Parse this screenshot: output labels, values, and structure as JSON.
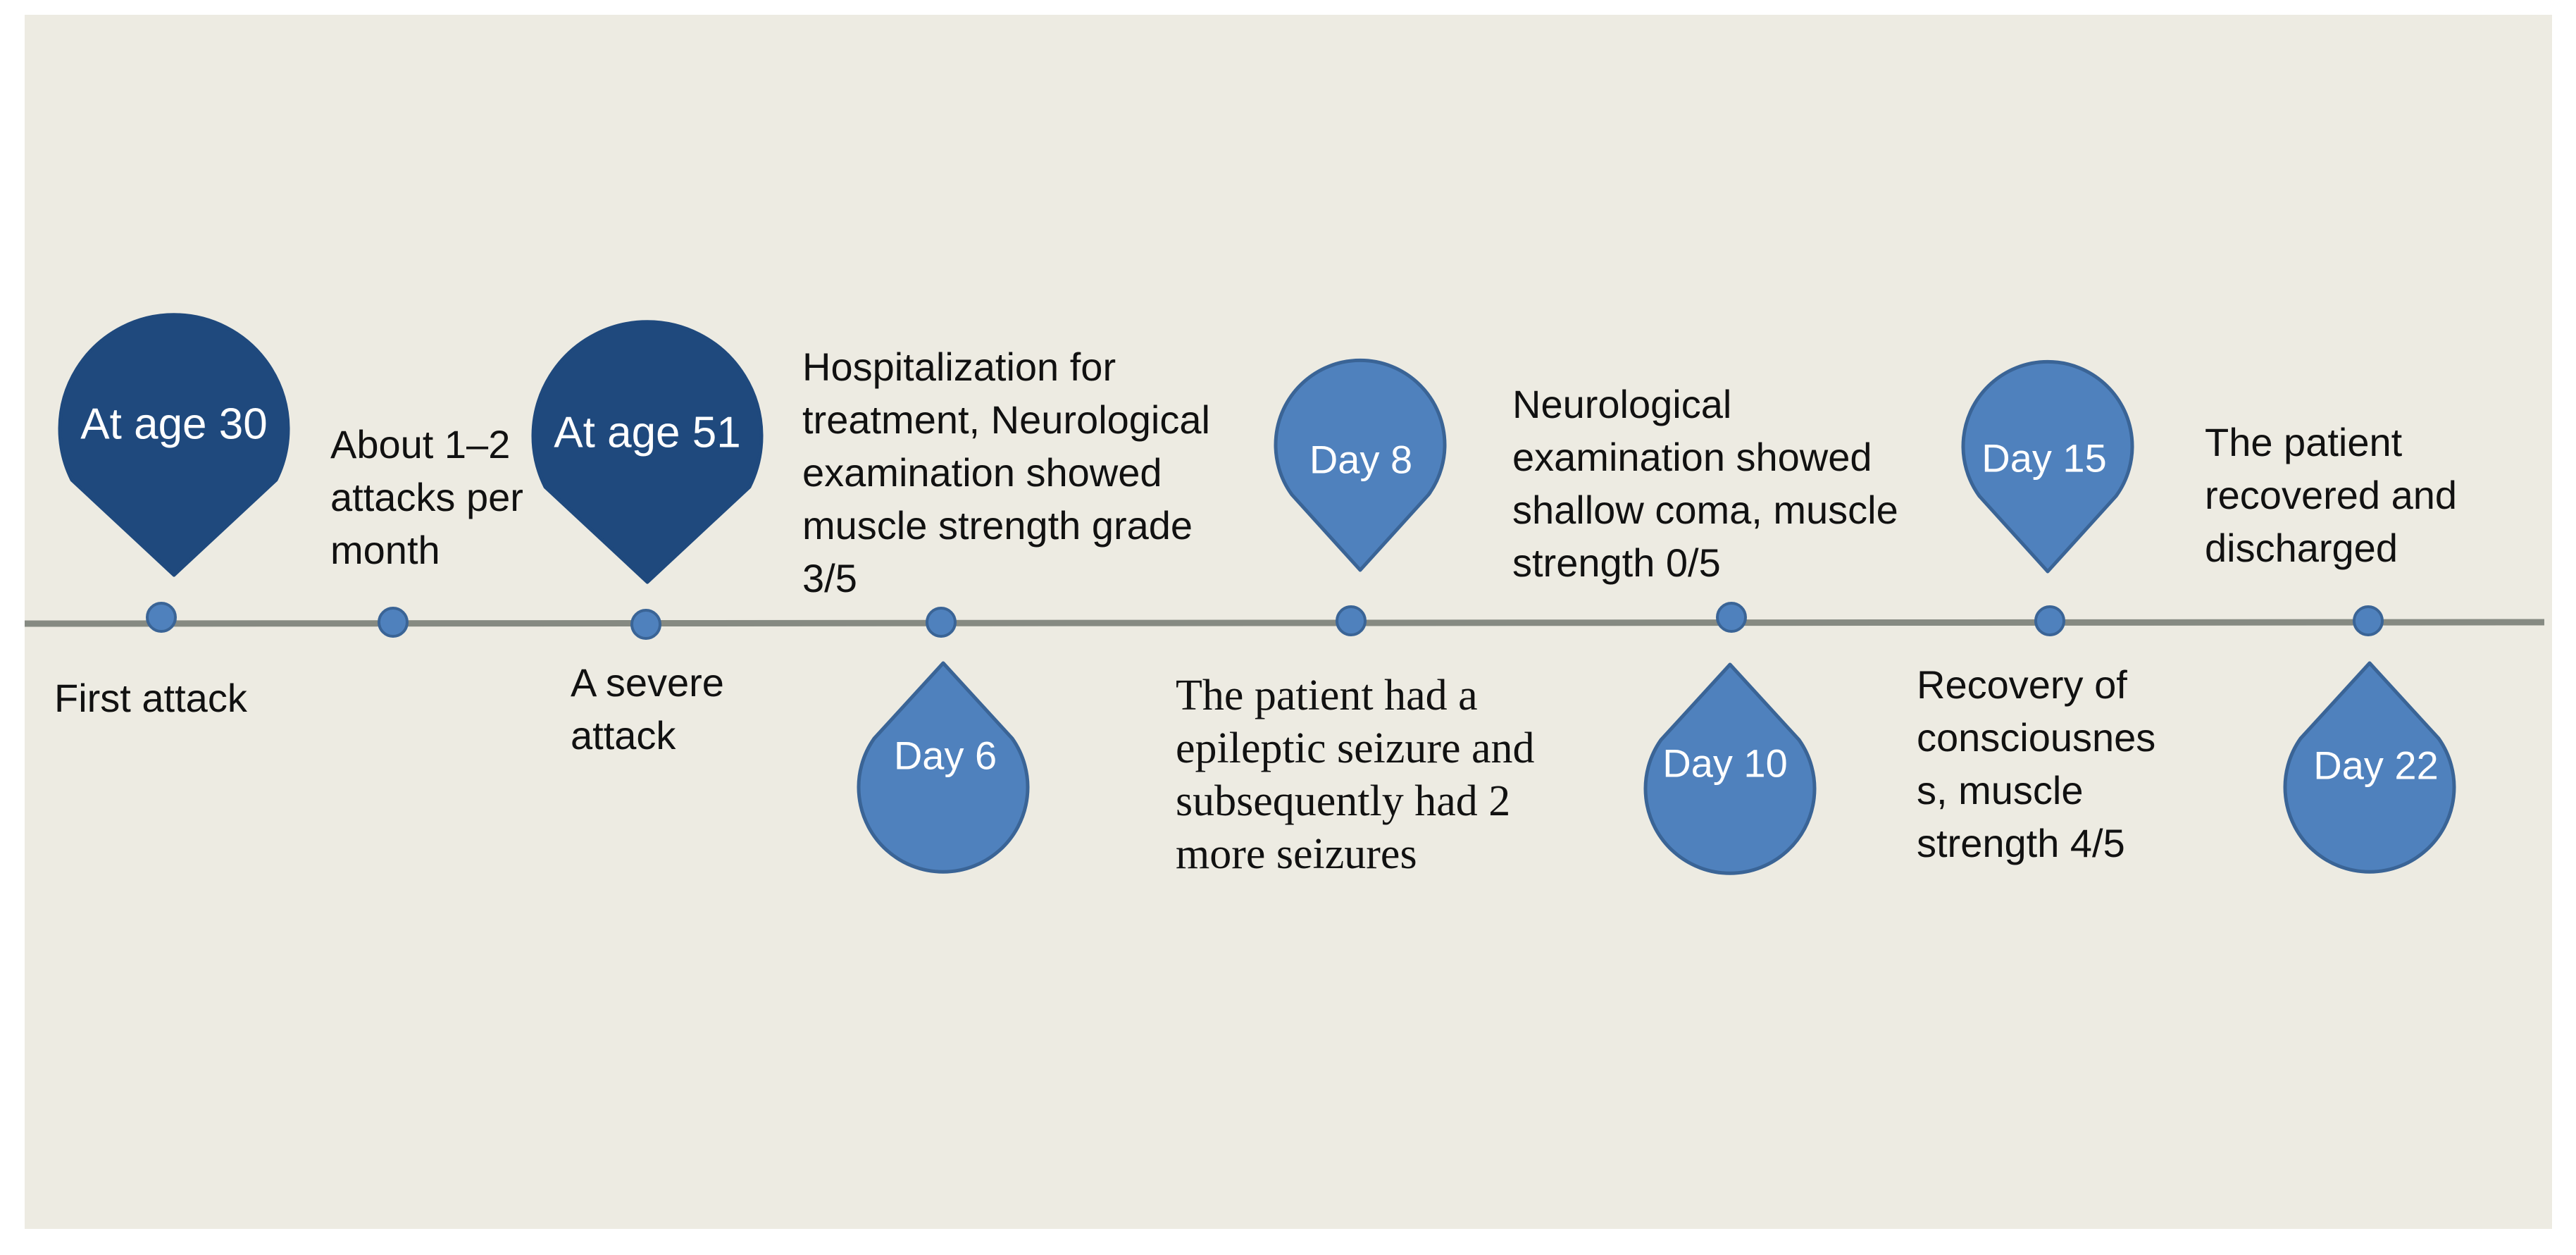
{
  "colors": {
    "background": "#edebe2",
    "timeline": "#868a82",
    "dot_fill": "#4f81bd",
    "dot_stroke": "#3a6496",
    "pin_dark": "#1f497d",
    "pin_light": "#4f81bd",
    "pin_light_stroke": "#3a6496"
  },
  "pins": [
    {
      "label": "At age 30",
      "style": "dark",
      "direction": "down"
    },
    {
      "label": "At age 51",
      "style": "dark",
      "direction": "down"
    },
    {
      "label": "Day 6",
      "style": "light",
      "direction": "up"
    },
    {
      "label": "Day 8",
      "style": "light",
      "direction": "down"
    },
    {
      "label": "Day 10",
      "style": "light",
      "direction": "up"
    },
    {
      "label": "Day 15",
      "style": "light",
      "direction": "down"
    },
    {
      "label": "Day 22",
      "style": "light",
      "direction": "up"
    }
  ],
  "events": [
    {
      "text": "First attack"
    },
    {
      "text": "About 1–2\nattacks per\nmonth"
    },
    {
      "text": "A severe\nattack"
    },
    {
      "text": "Hospitalization for\ntreatment, Neurological\nexamination showed\nmuscle strength grade\n3/5"
    },
    {
      "text": "The patient had a\nepileptic seizure and\nsubsequently had 2\nmore seizures"
    },
    {
      "text": "Neurological\nexamination showed\nshallow coma, muscle\nstrength 0/5"
    },
    {
      "text": "Recovery of\nconsciousnes\ns, muscle\nstrength 4/5"
    },
    {
      "text": "The patient\nrecovered and\ndischarged"
    }
  ]
}
